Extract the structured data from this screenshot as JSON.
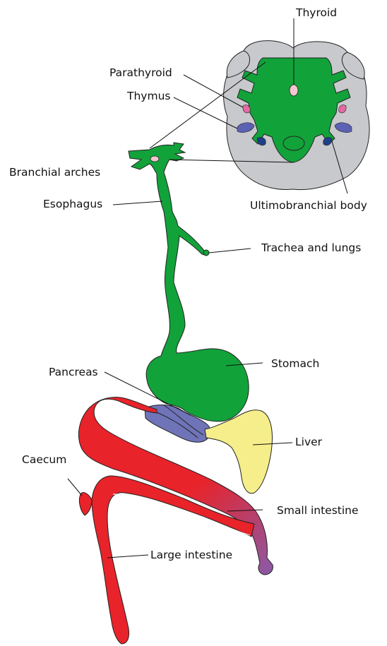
{
  "labels": {
    "thyroid": "Thyroid",
    "parathyroid": "Parathyroid",
    "thymus": "Thymus",
    "branchial_arches": "Branchial arches",
    "ultimobranchial_body": "Ultimobranchial body",
    "esophagus": "Esophagus",
    "trachea_and_lungs": "Trachea and lungs",
    "stomach": "Stomach",
    "pancreas": "Pancreas",
    "liver": "Liver",
    "caecum": "Caecum",
    "small_intestine": "Small intestine",
    "large_intestine": "Large intestine"
  },
  "colors": {
    "endoderm_green": "#12a23a",
    "section_gray": "#c8c9cd",
    "intestine_red": "#e8232a",
    "pancreas_blue": "#6f74b8",
    "liver_yellow": "#f6ee8a",
    "parathyroid_pink": "#e56aa4",
    "thymus_blue": "#5b61b3",
    "ultimobranchial_navy": "#1f3f86",
    "thyroid_pink": "#f4c6cf"
  }
}
